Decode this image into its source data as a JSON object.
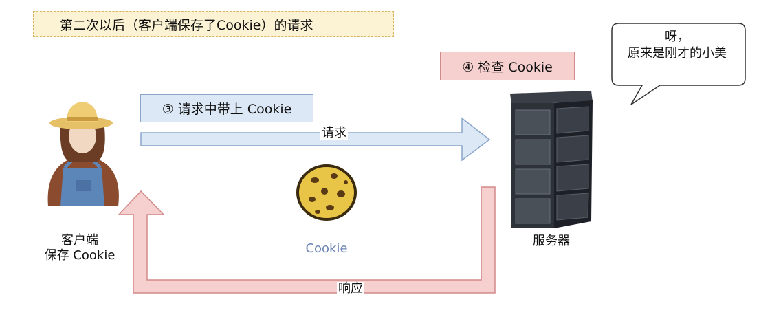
{
  "title": "第二次以后（客户端保存了Cookie）的请求",
  "step3_label": "③ 请求中带上 Cookie",
  "step4_label": "④ 检查 Cookie",
  "request_label": "请求",
  "response_label": "响应",
  "bubble_lines": [
    "呀，",
    "原来是刚才的小美"
  ],
  "client_caption": [
    "客户端",
    "保存 Cookie"
  ],
  "server_caption": "服务器",
  "cookie_caption": "Cookie",
  "colors": {
    "title_bg": "#fcf3d4",
    "request_arrow": "#dde8f6",
    "response_arrow": "#f6cfcf",
    "cookie": "#e8c547"
  },
  "icons": [
    "farmer-avatar-icon",
    "server-rack-icon",
    "cookie-icon",
    "speech-bubble-icon"
  ]
}
